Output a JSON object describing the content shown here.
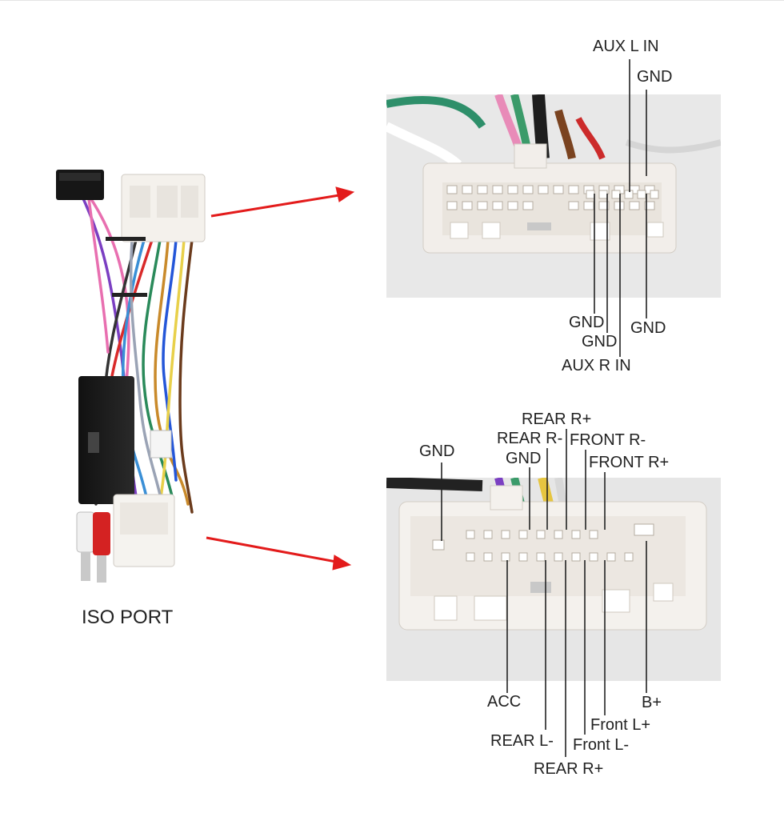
{
  "iso_title": "ISO PORT",
  "connector_top": {
    "labels_top": [
      "AUX L IN",
      "GND"
    ],
    "labels_bottom": [
      "GND",
      "GND",
      "AUX R IN",
      "GND"
    ]
  },
  "connector_bottom": {
    "labels_top": [
      "REAR R+",
      "REAR R-",
      "FRONT R-",
      "GND",
      "FRONT R+",
      "GND"
    ],
    "labels_bottom": [
      "ACC",
      "B+",
      "Front L+",
      "REAR L-",
      "Front L-",
      "REAR R+"
    ]
  },
  "colors": {
    "arrow": "#e31b1b",
    "leader_line": "#222222",
    "connector_body": "#f2eeea",
    "photo_bg": "#e6e6e6"
  }
}
